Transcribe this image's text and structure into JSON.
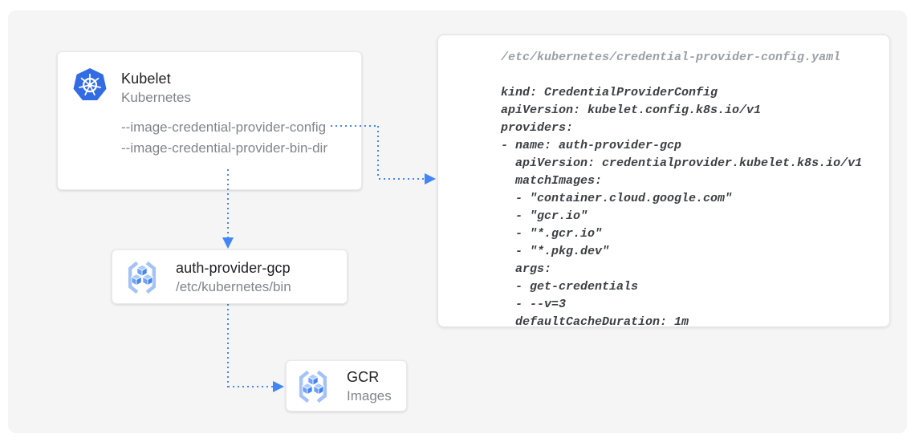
{
  "diagram": {
    "kubelet": {
      "title": "Kubelet",
      "subtitle": "Kubernetes",
      "flags": [
        "--image-credential-provider-config",
        "--image-credential-provider-bin-dir"
      ]
    },
    "auth_provider": {
      "title": "auth-provider-gcp",
      "subtitle": "/etc/kubernetes/bin"
    },
    "gcr": {
      "title": "GCR",
      "subtitle": "Images"
    },
    "code_panel": {
      "file_path": "/etc/kubernetes/credential-provider-config.yaml",
      "yaml": "kind: CredentialProviderConfig\napiVersion: kubelet.config.k8s.io/v1\nproviders:\n- name: auth-provider-gcp\n  apiVersion: credentialprovider.kubelet.k8s.io/v1\n  matchImages:\n  - \"container.cloud.google.com\"\n  - \"gcr.io\"\n  - \"*.gcr.io\"\n  - \"*.pkg.dev\"\n  args:\n  - get-credentials\n  - --v=3\n  defaultCacheDuration: 1m"
    },
    "colors": {
      "connector_blue": "#4285f4",
      "kubernetes_blue": "#326ce5",
      "gcr_icon_blue": "#4285f4",
      "gcr_icon_light_blue": "#aecbfa",
      "canvas_background": "#f5f5f6",
      "card_background": "#ffffff",
      "title_text": "#212124",
      "muted_text": "#80868b",
      "code_text": "#3c4043",
      "code_path_text": "#9aa0a6"
    }
  }
}
